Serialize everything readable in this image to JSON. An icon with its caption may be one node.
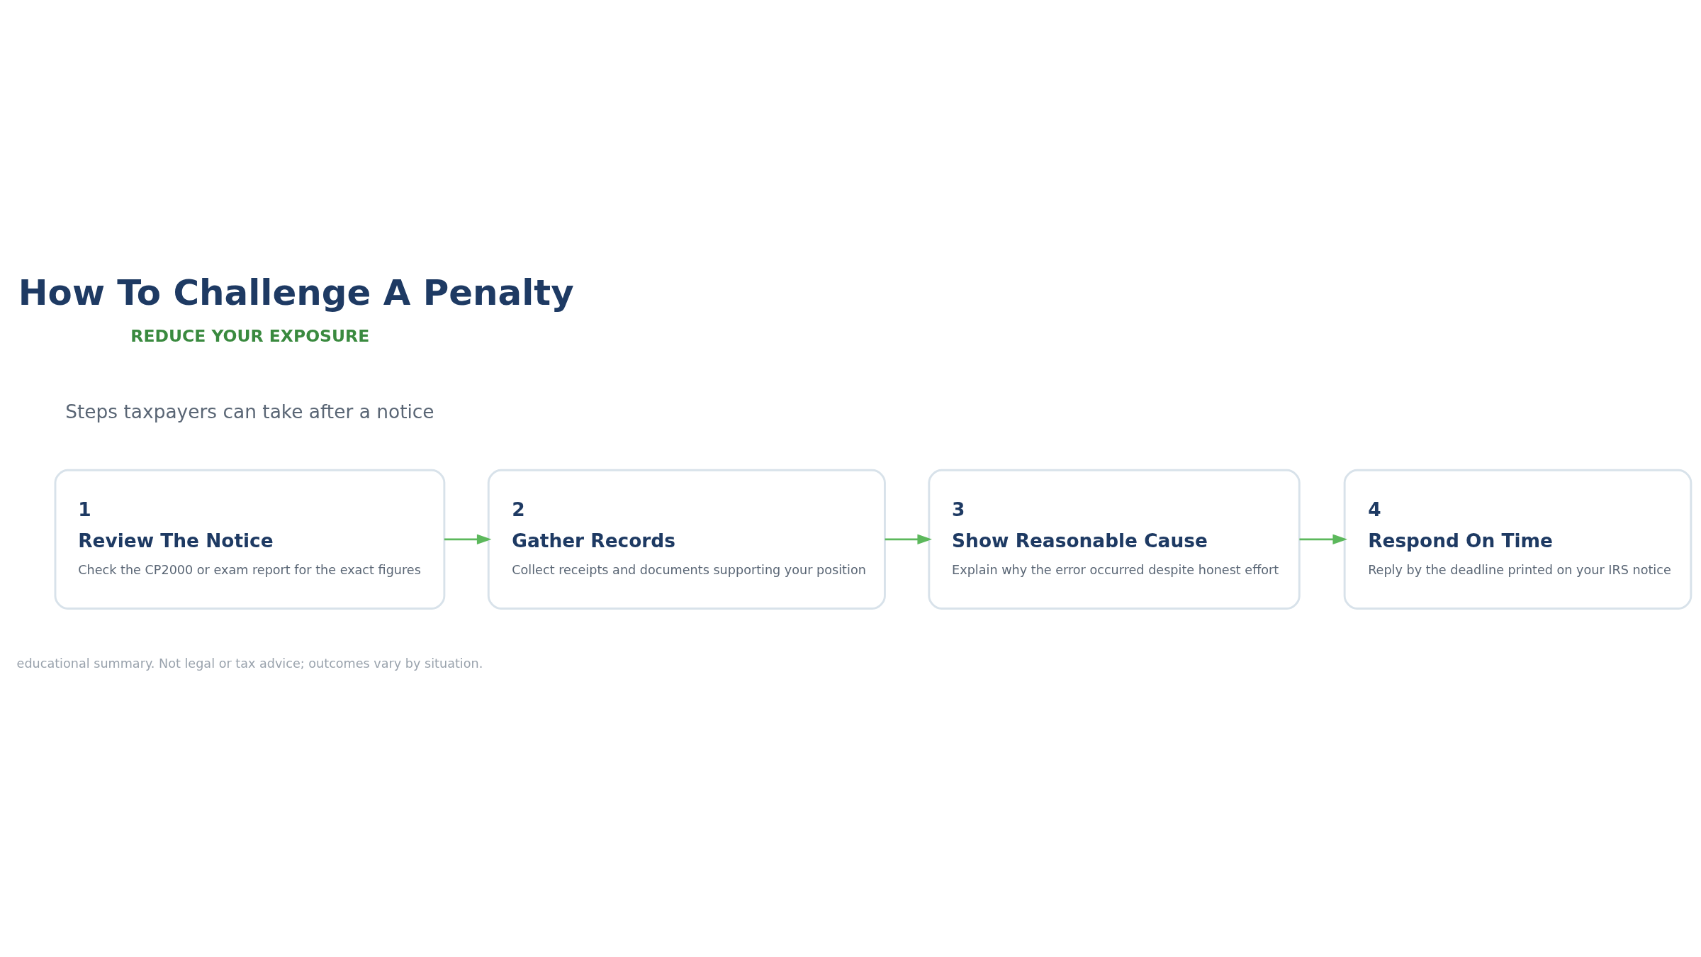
{
  "diagram": {
    "title": "How To Challenge A Penalty",
    "nodes": [
      {
        "text": [
          "1",
          "Review The Notice",
          "Check the CP2000 or exam report for the exact figures"
        ]
      },
      {
        "text": [
          "2",
          "Gather Records",
          "Collect receipts and documents supporting your position"
        ]
      },
      {
        "text": [
          "3",
          "Show Reasonable Cause",
          "Explain why the error occurred despite honest effort"
        ]
      },
      {
        "text": [
          "4",
          "Respond On Time",
          "Reply by the deadline printed on your IRS notice"
        ]
      }
    ],
    "edges": [
      {
        "from": 0,
        "to": 1,
        "arrow": "to"
      },
      {
        "from": 1,
        "to": 2,
        "arrow": "to"
      },
      {
        "from": 2,
        "to": 3,
        "arrow": "to"
      }
    ],
    "labels": [
      "REDUCE YOUR EXPOSURE",
      "Steps taxpayers can take after a notice",
      "educational summary. Not legal or tax advice; outcomes vary by situation."
    ]
  }
}
